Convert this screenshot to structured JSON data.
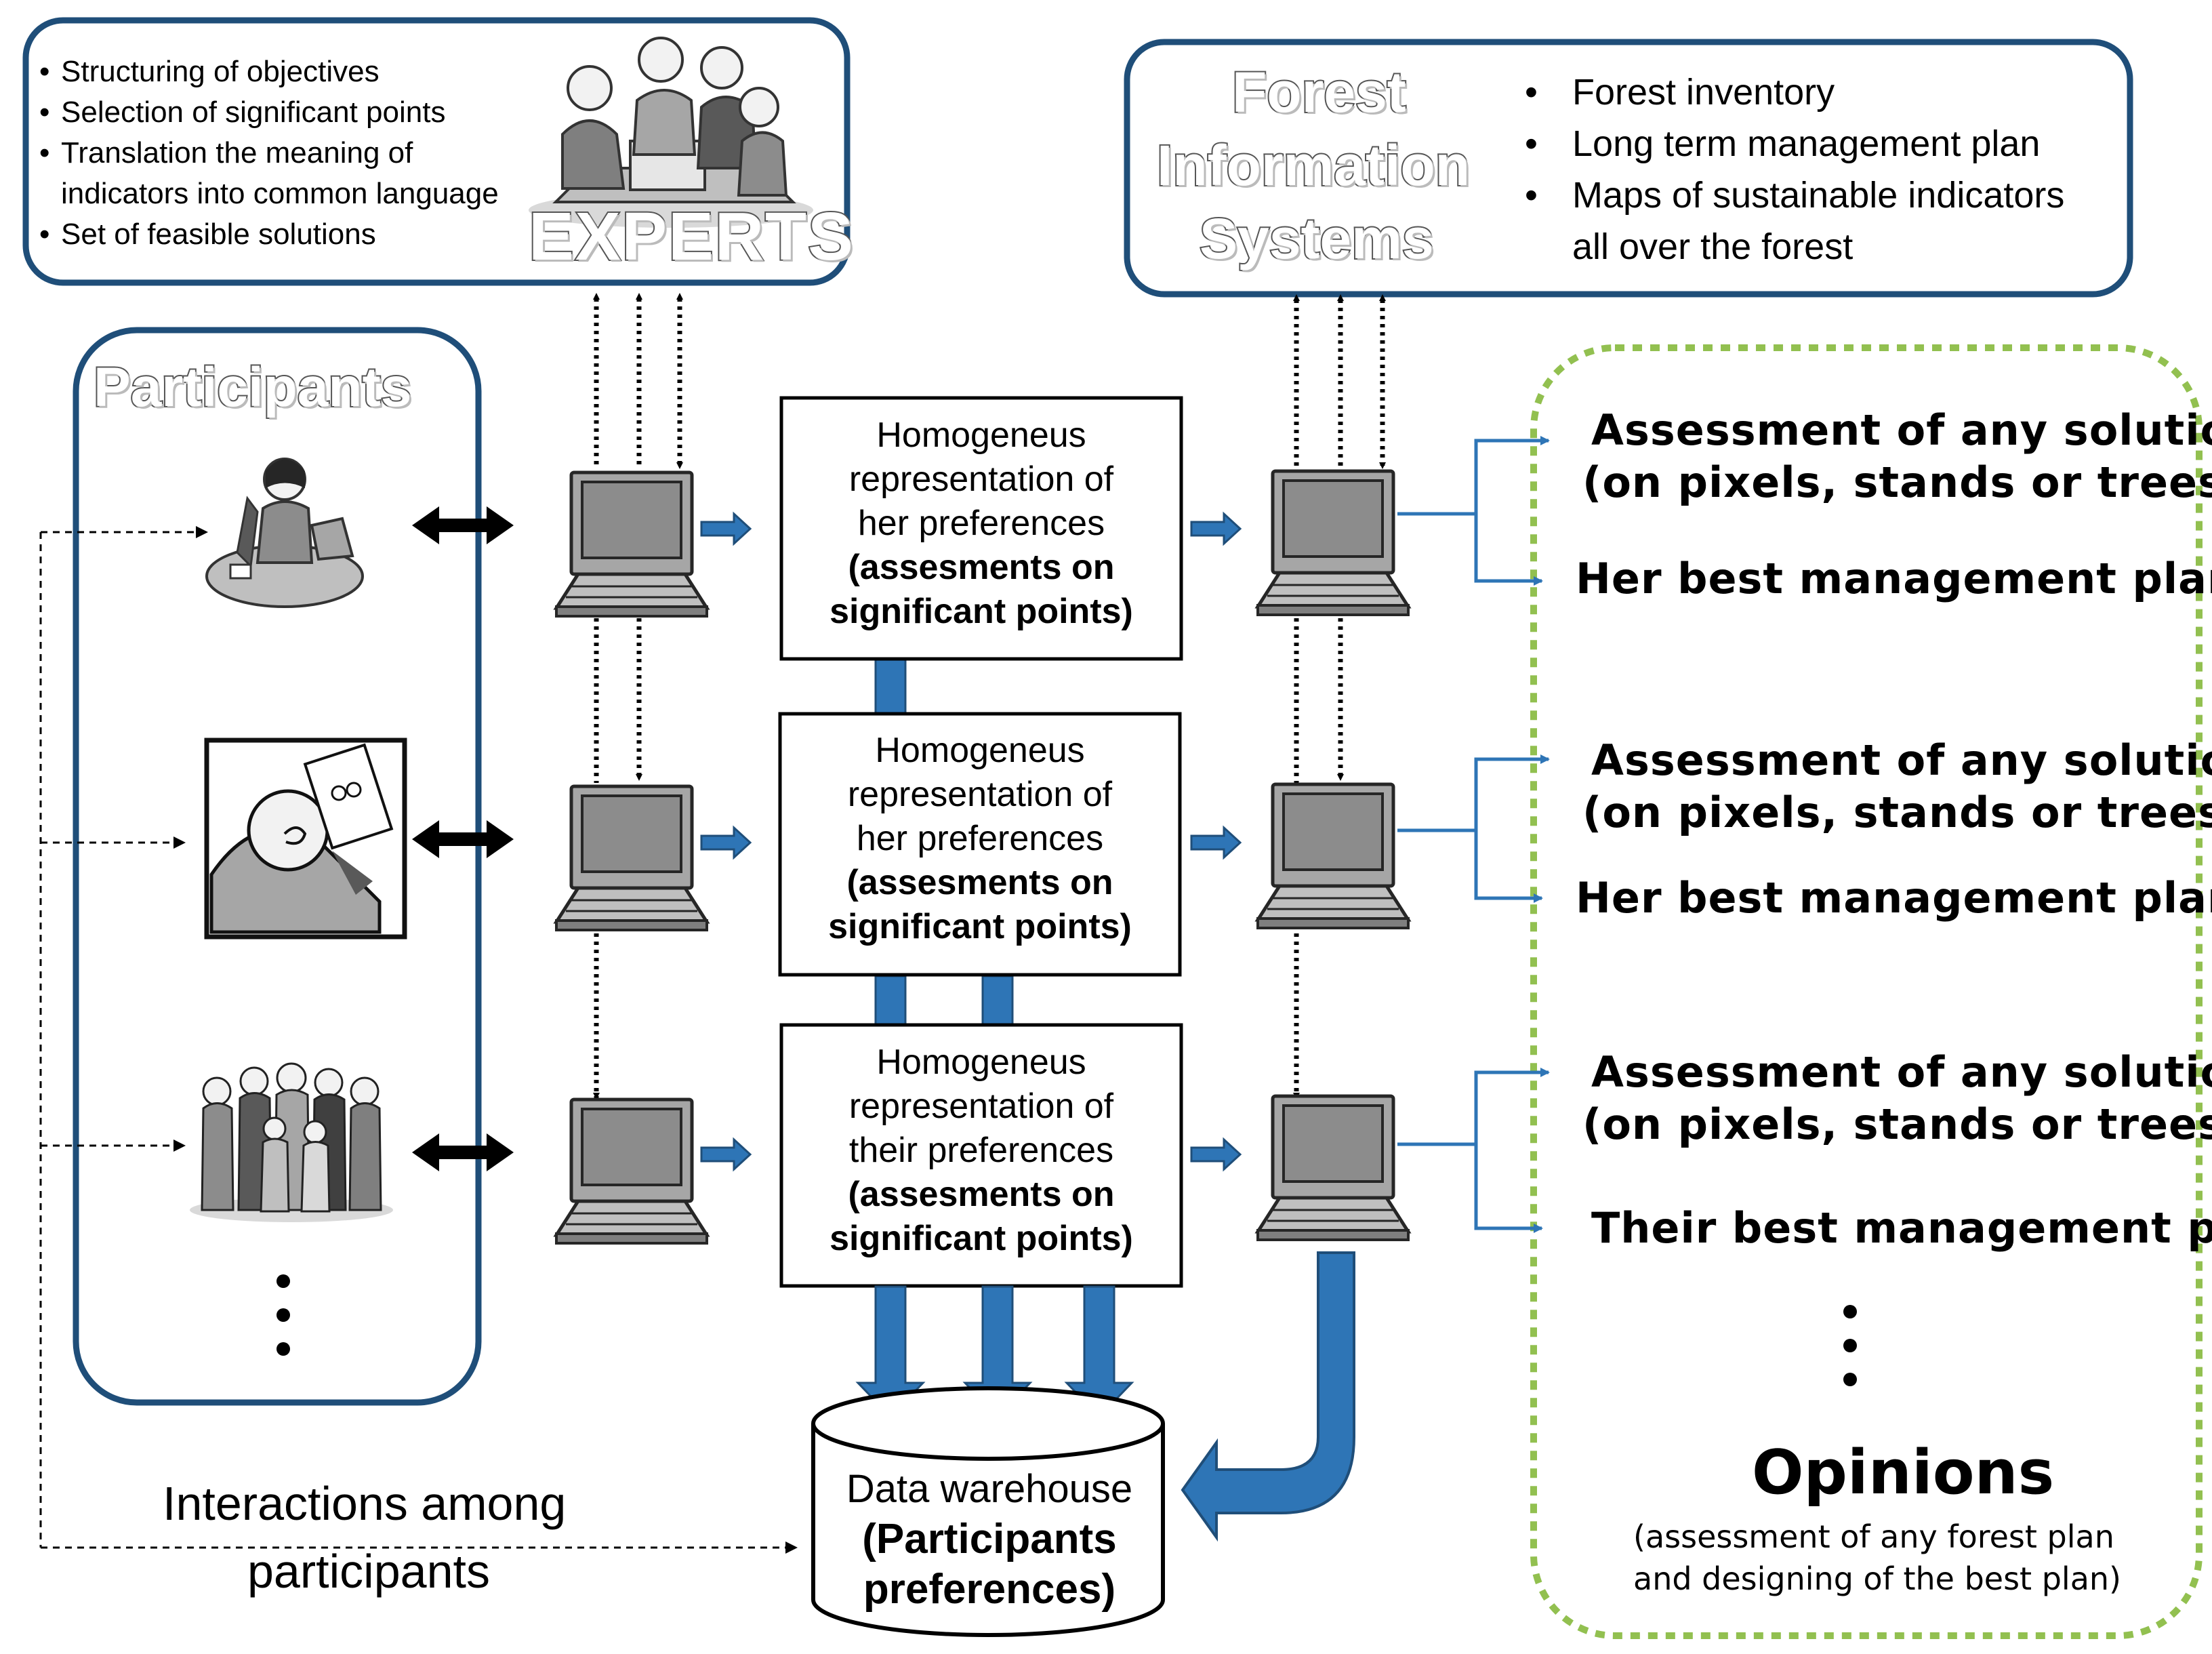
{
  "experts": {
    "title": "EXPERTS",
    "tasks": [
      "Structuring of objectives",
      "Selection of significant points",
      "Translation the meaning of",
      "indicators into common language",
      "Set of feasible solutions"
    ],
    "image": "group-of-experts-clipart"
  },
  "fis": {
    "title_lines": [
      "Forest",
      "Information",
      "Systems"
    ],
    "items": [
      "Forest inventory",
      "Long term management plan",
      "Maps of sustainable indicators",
      "all over the forest"
    ]
  },
  "participants": {
    "title": "Participants",
    "images": [
      "woman-at-laptop-clipart",
      "man-thinking-clipart",
      "crowd-of-people-clipart"
    ],
    "more": "ellipsis-vertical"
  },
  "preference_boxes": [
    {
      "lines": [
        "Homogeneus",
        "representation of",
        "her preferences"
      ],
      "bold_lines": [
        "(assesments on",
        "significant points)"
      ]
    },
    {
      "lines": [
        "Homogeneus",
        "representation of",
        "her preferences"
      ],
      "bold_lines": [
        "(assesments on",
        "significant points)"
      ]
    },
    {
      "lines": [
        "Homogeneus",
        "representation of",
        "their preferences"
      ],
      "bold_lines": [
        "(assesments on",
        "significant points)"
      ]
    }
  ],
  "opinions": {
    "rows": [
      {
        "assessment": [
          "Assessment of any solution",
          "(on pixels, stands or trees)"
        ],
        "plan": "Her best management plan"
      },
      {
        "assessment": [
          "Assessment of any solution",
          "(on pixels, stands or trees)"
        ],
        "plan": "Her best management plan"
      },
      {
        "assessment": [
          "Assessment of any solution",
          "(on pixels, stands or trees)"
        ],
        "plan": "Their best management plan"
      }
    ],
    "title": "Opinions",
    "subtitle": [
      "(assessment of any forest plan",
      "and designing of the best plan)"
    ]
  },
  "data_warehouse": {
    "lines": [
      "Data warehouse",
      "(Participants",
      "preferences)"
    ]
  },
  "interactions": {
    "lines": [
      "Interactions among",
      "participants"
    ]
  },
  "colors": {
    "box_border": "#1f4e79",
    "flow_arrow": "#2e75b6",
    "opinions_border": "#92c050",
    "computer_body": "#8c8c8c"
  },
  "icons": [
    "laptop-icon",
    "double-arrow-icon",
    "dotted-arrow-icon",
    "block-arrow-icon"
  ]
}
